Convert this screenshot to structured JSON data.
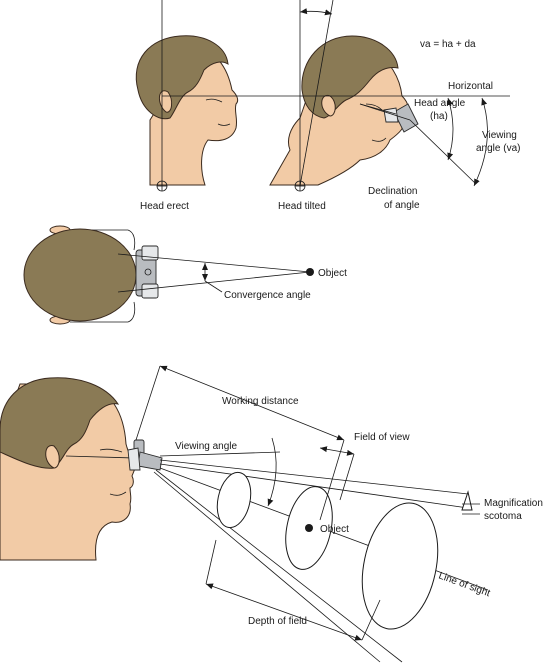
{
  "top_panel": {
    "formula": "va = ha + da",
    "horizontal": "Horizontal",
    "head_angle_line1": "Head angle",
    "head_angle_line2": "(ha)",
    "viewing_angle_line1": "Viewing",
    "viewing_angle_line2": "angle (va)",
    "declination_line1": "Declination",
    "declination_line2": "of angle",
    "head_erect": "Head erect",
    "head_tilted": "Head tilted"
  },
  "middle_panel": {
    "object": "Object",
    "convergence_angle": "Convergence angle"
  },
  "bottom_panel": {
    "working_distance": "Working distance",
    "field_of_view": "Field of view",
    "viewing_angle": "Viewing angle",
    "magnification_line1": "Magnification",
    "magnification_line2": "scotoma",
    "object": "Object",
    "line_of_sight": "Line of sight",
    "depth_of_field": "Depth of field"
  },
  "colors": {
    "skin": "#f2cba6",
    "hair": "#8a7a55",
    "loupe": "#b9bcc0",
    "line": "#1a1a1a"
  }
}
